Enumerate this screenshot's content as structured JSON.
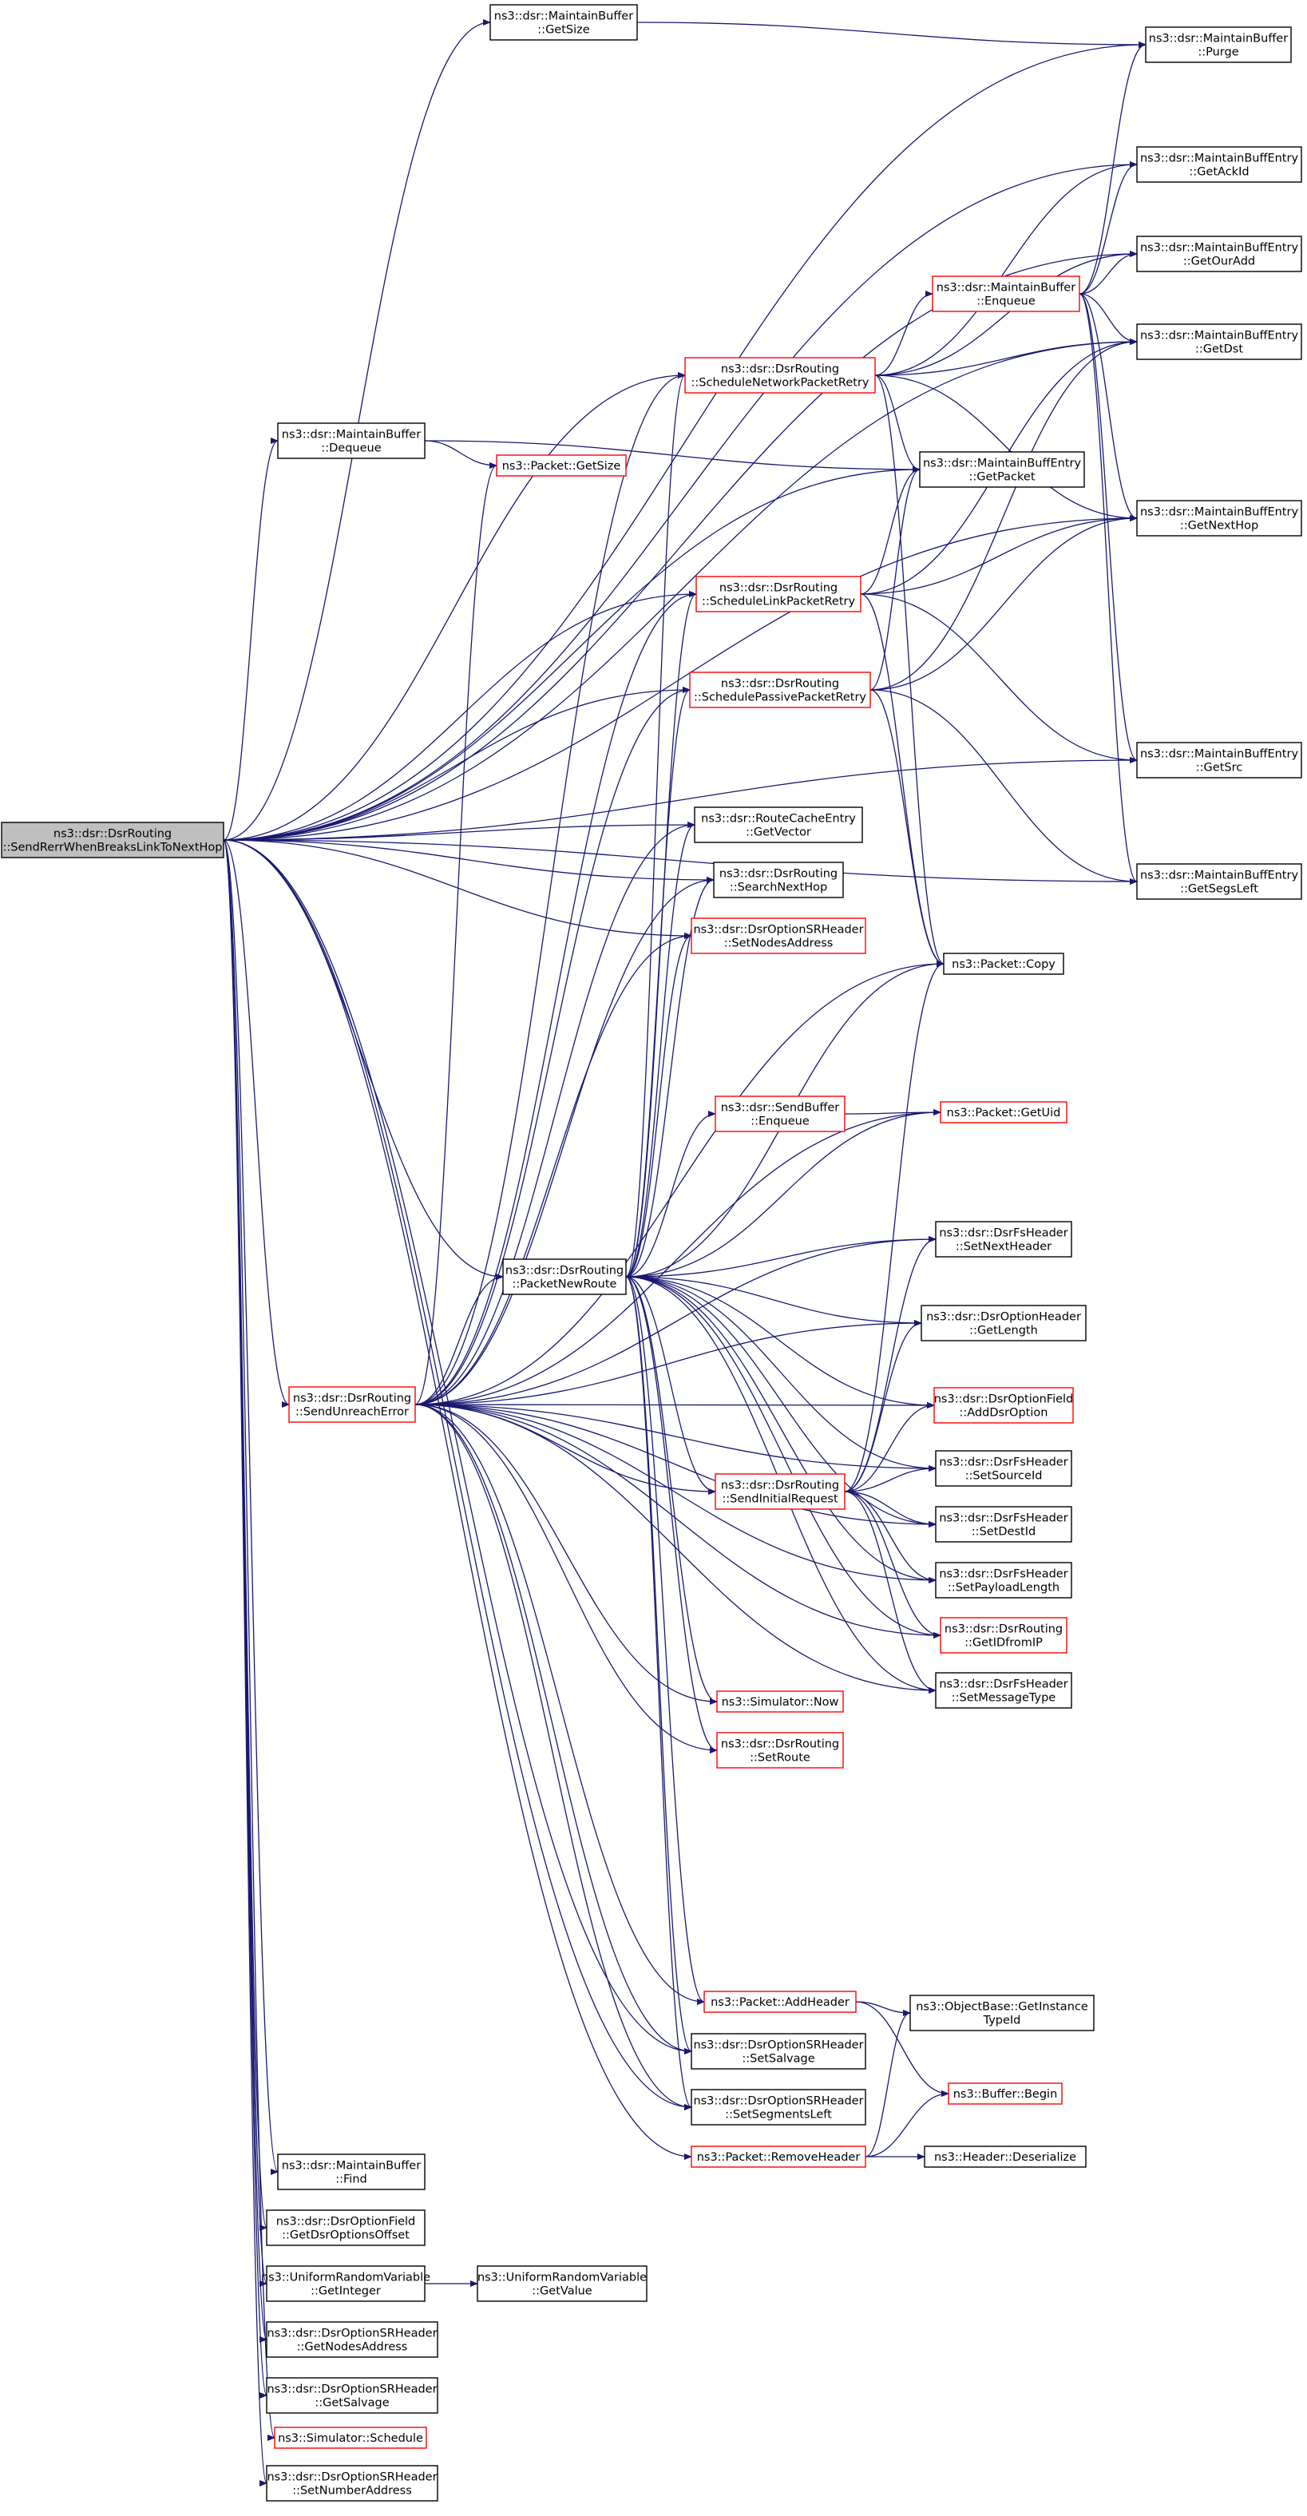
{
  "colors": {
    "edge": "#191970",
    "node_border_black": "#000000",
    "node_border_red": "#ff0000",
    "root_fill": "#bfbfbf",
    "node_fill": "#ffffff"
  },
  "nodes": [
    {
      "id": "root",
      "lines": [
        "ns3::dsr::DsrRouting",
        "::SendRerrWhenBreaksLinkToNextHop"
      ],
      "border": "black",
      "root": true
    },
    {
      "id": "mb_getsize",
      "lines": [
        "ns3::dsr::MaintainBuffer",
        "::GetSize"
      ],
      "border": "black"
    },
    {
      "id": "mb_purge",
      "lines": [
        "ns3::dsr::MaintainBuffer",
        "::Purge"
      ],
      "border": "black"
    },
    {
      "id": "mbe_getackid",
      "lines": [
        "ns3::dsr::MaintainBuffEntry",
        "::GetAckId"
      ],
      "border": "black"
    },
    {
      "id": "mbe_getouradd",
      "lines": [
        "ns3::dsr::MaintainBuffEntry",
        "::GetOurAdd"
      ],
      "border": "black"
    },
    {
      "id": "mb_enqueue",
      "lines": [
        "ns3::dsr::MaintainBuffer",
        "::Enqueue"
      ],
      "border": "red"
    },
    {
      "id": "mbe_getdst",
      "lines": [
        "ns3::dsr::MaintainBuffEntry",
        "::GetDst"
      ],
      "border": "black"
    },
    {
      "id": "snpr",
      "lines": [
        "ns3::dsr::DsrRouting",
        "::ScheduleNetworkPacketRetry"
      ],
      "border": "red"
    },
    {
      "id": "mb_dequeue",
      "lines": [
        "ns3::dsr::MaintainBuffer",
        "::Dequeue"
      ],
      "border": "black"
    },
    {
      "id": "pkt_getsize",
      "lines": [
        "ns3::Packet::GetSize"
      ],
      "border": "red"
    },
    {
      "id": "mbe_getpacket",
      "lines": [
        "ns3::dsr::MaintainBuffEntry",
        "::GetPacket"
      ],
      "border": "black"
    },
    {
      "id": "mbe_getnexthop",
      "lines": [
        "ns3::dsr::MaintainBuffEntry",
        "::GetNextHop"
      ],
      "border": "black"
    },
    {
      "id": "slpr",
      "lines": [
        "ns3::dsr::DsrRouting",
        "::ScheduleLinkPacketRetry"
      ],
      "border": "red"
    },
    {
      "id": "sppr",
      "lines": [
        "ns3::dsr::DsrRouting",
        "::SchedulePassivePacketRetry"
      ],
      "border": "red"
    },
    {
      "id": "mbe_getsrc",
      "lines": [
        "ns3::dsr::MaintainBuffEntry",
        "::GetSrc"
      ],
      "border": "black"
    },
    {
      "id": "rce_getvector",
      "lines": [
        "ns3::dsr::RouteCacheEntry",
        "::GetVector"
      ],
      "border": "black"
    },
    {
      "id": "searchnexthop",
      "lines": [
        "ns3::dsr::DsrRouting",
        "::SearchNextHop"
      ],
      "border": "black"
    },
    {
      "id": "mbe_getsegsleft",
      "lines": [
        "ns3::dsr::MaintainBuffEntry",
        "::GetSegsLeft"
      ],
      "border": "black"
    },
    {
      "id": "srh_setnodesaddress",
      "lines": [
        "ns3::dsr::DsrOptionSRHeader",
        "::SetNodesAddress"
      ],
      "border": "red"
    },
    {
      "id": "pkt_copy",
      "lines": [
        "ns3::Packet::Copy"
      ],
      "border": "black"
    },
    {
      "id": "sb_enqueue",
      "lines": [
        "ns3::dsr::SendBuffer",
        "::Enqueue"
      ],
      "border": "red"
    },
    {
      "id": "pkt_getuid",
      "lines": [
        "ns3::Packet::GetUid"
      ],
      "border": "red"
    },
    {
      "id": "fs_setnextheader",
      "lines": [
        "ns3::dsr::DsrFsHeader",
        "::SetNextHeader"
      ],
      "border": "black"
    },
    {
      "id": "packetnewroute",
      "lines": [
        "ns3::dsr::DsrRouting",
        "::PacketNewRoute"
      ],
      "border": "black"
    },
    {
      "id": "oh_getlength",
      "lines": [
        "ns3::dsr::DsrOptionHeader",
        "::GetLength"
      ],
      "border": "black"
    },
    {
      "id": "sendunreach",
      "lines": [
        "ns3::dsr::DsrRouting",
        "::SendUnreachError"
      ],
      "border": "red"
    },
    {
      "id": "of_adddsroption",
      "lines": [
        "ns3::dsr::DsrOptionField",
        "::AddDsrOption"
      ],
      "border": "red"
    },
    {
      "id": "fs_setsourceid",
      "lines": [
        "ns3::dsr::DsrFsHeader",
        "::SetSourceId"
      ],
      "border": "black"
    },
    {
      "id": "sendinitial",
      "lines": [
        "ns3::dsr::DsrRouting",
        "::SendInitialRequest"
      ],
      "border": "red"
    },
    {
      "id": "fs_setdestid",
      "lines": [
        "ns3::dsr::DsrFsHeader",
        "::SetDestId"
      ],
      "border": "black"
    },
    {
      "id": "fs_setpayloadlength",
      "lines": [
        "ns3::dsr::DsrFsHeader",
        "::SetPayloadLength"
      ],
      "border": "black"
    },
    {
      "id": "getidfromip",
      "lines": [
        "ns3::dsr::DsrRouting",
        "::GetIDfromIP"
      ],
      "border": "red"
    },
    {
      "id": "fs_setmessagetype",
      "lines": [
        "ns3::dsr::DsrFsHeader",
        "::SetMessageType"
      ],
      "border": "black"
    },
    {
      "id": "sim_now",
      "lines": [
        "ns3::Simulator::Now"
      ],
      "border": "red"
    },
    {
      "id": "setroute",
      "lines": [
        "ns3::dsr::DsrRouting",
        "::SetRoute"
      ],
      "border": "red"
    },
    {
      "id": "pkt_addheader",
      "lines": [
        "ns3::Packet::AddHeader"
      ],
      "border": "red"
    },
    {
      "id": "ob_getinstancetypeid",
      "lines": [
        "ns3::ObjectBase::GetInstance",
        "TypeId"
      ],
      "border": "black"
    },
    {
      "id": "srh_setsalvage",
      "lines": [
        "ns3::dsr::DsrOptionSRHeader",
        "::SetSalvage"
      ],
      "border": "black"
    },
    {
      "id": "buffer_begin",
      "lines": [
        "ns3::Buffer::Begin"
      ],
      "border": "red"
    },
    {
      "id": "srh_setsegmentsleft",
      "lines": [
        "ns3::dsr::DsrOptionSRHeader",
        "::SetSegmentsLeft"
      ],
      "border": "black"
    },
    {
      "id": "pkt_removeheader",
      "lines": [
        "ns3::Packet::RemoveHeader"
      ],
      "border": "red"
    },
    {
      "id": "header_deserialize",
      "lines": [
        "ns3::Header::Deserialize"
      ],
      "border": "black"
    },
    {
      "id": "mb_find",
      "lines": [
        "ns3::dsr::MaintainBuffer",
        "::Find"
      ],
      "border": "black"
    },
    {
      "id": "of_getdsroptionsoffset",
      "lines": [
        "ns3::dsr::DsrOptionField",
        "::GetDsrOptionsOffset"
      ],
      "border": "black"
    },
    {
      "id": "urv_getinteger",
      "lines": [
        "ns3::UniformRandomVariable",
        "::GetInteger"
      ],
      "border": "black"
    },
    {
      "id": "urv_getvalue",
      "lines": [
        "ns3::UniformRandomVariable",
        "::GetValue"
      ],
      "border": "black"
    },
    {
      "id": "srh_getnodesaddress",
      "lines": [
        "ns3::dsr::DsrOptionSRHeader",
        "::GetNodesAddress"
      ],
      "border": "black"
    },
    {
      "id": "srh_getsalvage",
      "lines": [
        "ns3::dsr::DsrOptionSRHeader",
        "::GetSalvage"
      ],
      "border": "black"
    },
    {
      "id": "sim_schedule",
      "lines": [
        "ns3::Simulator::Schedule"
      ],
      "border": "red"
    },
    {
      "id": "srh_setnumberaddress",
      "lines": [
        "ns3::dsr::DsrOptionSRHeader",
        "::SetNumberAddress"
      ],
      "border": "black"
    }
  ],
  "edges": [
    [
      "root",
      "mb_getsize"
    ],
    [
      "root",
      "mbe_getackid"
    ],
    [
      "root",
      "mbe_getouradd"
    ],
    [
      "root",
      "mb_purge"
    ],
    [
      "root",
      "snpr"
    ],
    [
      "root",
      "mb_dequeue"
    ],
    [
      "root",
      "mbe_getpacket"
    ],
    [
      "root",
      "mbe_getnexthop"
    ],
    [
      "root",
      "slpr"
    ],
    [
      "root",
      "sppr"
    ],
    [
      "root",
      "mbe_getsrc"
    ],
    [
      "root",
      "mbe_getsegsleft"
    ],
    [
      "root",
      "rce_getvector"
    ],
    [
      "root",
      "searchnexthop"
    ],
    [
      "root",
      "srh_setnodesaddress"
    ],
    [
      "root",
      "packetnewroute"
    ],
    [
      "root",
      "sendunreach"
    ],
    [
      "root",
      "mbe_getdst"
    ],
    [
      "root",
      "pkt_removeheader"
    ],
    [
      "root",
      "srh_setsalvage"
    ],
    [
      "root",
      "srh_setsegmentsleft"
    ],
    [
      "root",
      "mb_find"
    ],
    [
      "root",
      "of_getdsroptionsoffset"
    ],
    [
      "root",
      "urv_getinteger"
    ],
    [
      "root",
      "srh_getnodesaddress"
    ],
    [
      "root",
      "srh_getsalvage"
    ],
    [
      "root",
      "sim_schedule"
    ],
    [
      "root",
      "srh_setnumberaddress"
    ],
    [
      "mb_getsize",
      "mb_purge"
    ],
    [
      "mb_dequeue",
      "pkt_getsize"
    ],
    [
      "mb_dequeue",
      "mbe_getpacket"
    ],
    [
      "snpr",
      "mb_enqueue"
    ],
    [
      "snpr",
      "mbe_getackid"
    ],
    [
      "snpr",
      "mbe_getdst"
    ],
    [
      "snpr",
      "mbe_getpacket"
    ],
    [
      "snpr",
      "mbe_getnexthop"
    ],
    [
      "snpr",
      "pkt_copy"
    ],
    [
      "snpr",
      "mbe_getouradd"
    ],
    [
      "mb_enqueue",
      "mb_purge"
    ],
    [
      "mb_enqueue",
      "mbe_getackid"
    ],
    [
      "mb_enqueue",
      "mbe_getouradd"
    ],
    [
      "mb_enqueue",
      "mbe_getdst"
    ],
    [
      "mb_enqueue",
      "mbe_getnexthop"
    ],
    [
      "mb_enqueue",
      "mbe_getsrc"
    ],
    [
      "mb_enqueue",
      "mbe_getsegsleft"
    ],
    [
      "slpr",
      "mbe_getpacket"
    ],
    [
      "slpr",
      "mbe_getdst"
    ],
    [
      "slpr",
      "mbe_getnexthop"
    ],
    [
      "slpr",
      "mbe_getsrc"
    ],
    [
      "slpr",
      "pkt_copy"
    ],
    [
      "sppr",
      "mbe_getpacket"
    ],
    [
      "sppr",
      "mbe_getdst"
    ],
    [
      "sppr",
      "mbe_getnexthop"
    ],
    [
      "sppr",
      "pkt_copy"
    ],
    [
      "sppr",
      "mbe_getsegsleft"
    ],
    [
      "packetnewroute",
      "pkt_copy"
    ],
    [
      "packetnewroute",
      "sb_enqueue"
    ],
    [
      "packetnewroute",
      "pkt_getuid"
    ],
    [
      "packetnewroute",
      "fs_setnextheader"
    ],
    [
      "packetnewroute",
      "oh_getlength"
    ],
    [
      "packetnewroute",
      "of_adddsroption"
    ],
    [
      "packetnewroute",
      "fs_setsourceid"
    ],
    [
      "packetnewroute",
      "fs_setdestid"
    ],
    [
      "packetnewroute",
      "fs_setpayloadlength"
    ],
    [
      "packetnewroute",
      "getidfromip"
    ],
    [
      "packetnewroute",
      "fs_setmessagetype"
    ],
    [
      "packetnewroute",
      "sendinitial"
    ],
    [
      "packetnewroute",
      "sim_now"
    ],
    [
      "packetnewroute",
      "setroute"
    ],
    [
      "packetnewroute",
      "pkt_addheader"
    ],
    [
      "packetnewroute",
      "srh_setsalvage"
    ],
    [
      "packetnewroute",
      "srh_setsegmentsleft"
    ],
    [
      "packetnewroute",
      "rce_getvector"
    ],
    [
      "packetnewroute",
      "searchnexthop"
    ],
    [
      "packetnewroute",
      "srh_setnodesaddress"
    ],
    [
      "packetnewroute",
      "snpr"
    ],
    [
      "packetnewroute",
      "slpr"
    ],
    [
      "packetnewroute",
      "sppr"
    ],
    [
      "sb_enqueue",
      "pkt_getuid"
    ],
    [
      "sendunreach",
      "packetnewroute"
    ],
    [
      "sendunreach",
      "pkt_getsize"
    ],
    [
      "sendunreach",
      "snpr"
    ],
    [
      "sendunreach",
      "slpr"
    ],
    [
      "sendunreach",
      "sppr"
    ],
    [
      "sendunreach",
      "rce_getvector"
    ],
    [
      "sendunreach",
      "searchnexthop"
    ],
    [
      "sendunreach",
      "srh_setnodesaddress"
    ],
    [
      "sendunreach",
      "pkt_copy"
    ],
    [
      "sendunreach",
      "pkt_getuid"
    ],
    [
      "sendunreach",
      "fs_setnextheader"
    ],
    [
      "sendunreach",
      "oh_getlength"
    ],
    [
      "sendunreach",
      "of_adddsroption"
    ],
    [
      "sendunreach",
      "sendinitial"
    ],
    [
      "sendunreach",
      "fs_setsourceid"
    ],
    [
      "sendunreach",
      "fs_setdestid"
    ],
    [
      "sendunreach",
      "fs_setpayloadlength"
    ],
    [
      "sendunreach",
      "getidfromip"
    ],
    [
      "sendunreach",
      "fs_setmessagetype"
    ],
    [
      "sendunreach",
      "sim_now"
    ],
    [
      "sendunreach",
      "setroute"
    ],
    [
      "sendunreach",
      "pkt_addheader"
    ],
    [
      "sendunreach",
      "srh_setsalvage"
    ],
    [
      "sendunreach",
      "srh_setsegmentsleft"
    ],
    [
      "sendinitial",
      "pkt_copy"
    ],
    [
      "sendinitial",
      "fs_setnextheader"
    ],
    [
      "sendinitial",
      "oh_getlength"
    ],
    [
      "sendinitial",
      "of_adddsroption"
    ],
    [
      "sendinitial",
      "fs_setsourceid"
    ],
    [
      "sendinitial",
      "fs_setdestid"
    ],
    [
      "sendinitial",
      "fs_setpayloadlength"
    ],
    [
      "sendinitial",
      "getidfromip"
    ],
    [
      "sendinitial",
      "fs_setmessagetype"
    ],
    [
      "pkt_addheader",
      "ob_getinstancetypeid"
    ],
    [
      "pkt_addheader",
      "buffer_begin"
    ],
    [
      "pkt_removeheader",
      "ob_getinstancetypeid"
    ],
    [
      "pkt_removeheader",
      "buffer_begin"
    ],
    [
      "pkt_removeheader",
      "header_deserialize"
    ],
    [
      "urv_getinteger",
      "urv_getvalue"
    ]
  ]
}
